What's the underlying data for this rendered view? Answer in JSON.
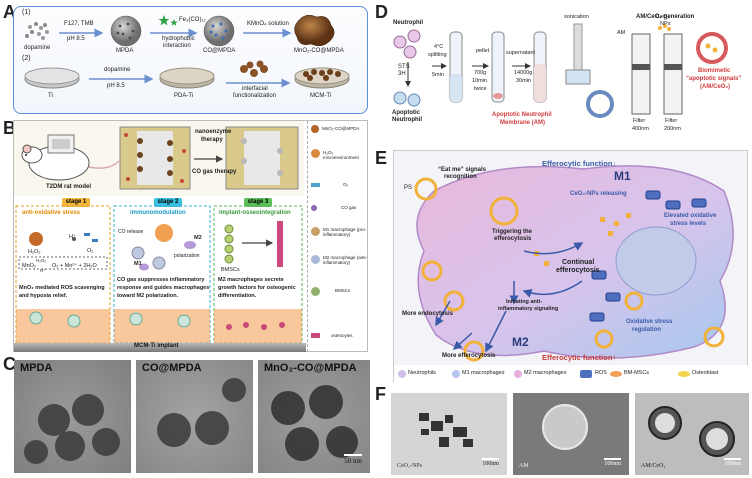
{
  "panels": {
    "A": "A",
    "B": "B",
    "C": "C",
    "D": "D",
    "E": "E",
    "F": "F"
  },
  "panelA": {
    "row1_label": "(1)",
    "row2_label": "(2)",
    "dopamine": "dopamine",
    "reagents1": "F127, TMB",
    "ph1": "pH 8.5",
    "mpda": "MPDA",
    "fe_label": "Fe₃(CO)₁₂",
    "hydrophobic": "hydrophobic",
    "interaction": "interaction",
    "co_mpda": "CO@MPDA",
    "kmno4": "KMnO₄ solution",
    "mno2_co_mpda": "MnO₂-CO@MPDA",
    "ti": "Ti",
    "dopamine2": "dopamine",
    "ph2": "pH 8.5",
    "pda_ti": "PDA-Ti",
    "interfacial": "interfacial",
    "functionalization": "functionalization",
    "mcm_ti": "MCM-Ti"
  },
  "panelB": {
    "rat_model": "T2DM rat model",
    "nanoenzyme": "nanoenzyme",
    "therapy": "therapy",
    "co_gas_therapy": "CO gas therapy",
    "stage1": "stage 1",
    "stage2": "stage 2",
    "stage3": "stage 3",
    "stage1_title": "anti-oxidative stress",
    "stage2_title": "immunomodulation",
    "stage3_title": "implant-osseointegration",
    "h2o2": "H₂O₂",
    "hplus": "H⁺",
    "o2": "O₂",
    "eq_left": "MnO₂",
    "eq_right": "O₂ + Mn²⁺ + 2H₂O",
    "eq_top": "H₂O₂",
    "eq_bottom": "H⁺",
    "stage1_text": [
      "MnO₂ mediated ROS scavenging",
      "and hypoxia relief."
    ],
    "co_release": "CO release",
    "m1": "M1",
    "m2": "M2",
    "polarization": "polarization",
    "bmscs": "BMSCs",
    "stage2_text": [
      "CO  gas  suppresses  inflammatory",
      "response  and  guides  macrophages",
      "toward M2 polarization."
    ],
    "stage3_text": [
      "M2  macrophages  secrete",
      "growth factors for osteogenic",
      "differentiation."
    ],
    "implant": "MCM-Ti implant",
    "legend": [
      "MnO₂-CO@MPDA",
      "H₂O₂ microenvironment",
      "O₂",
      "CO gas",
      "M1 macrophage (pro-inflammatory)",
      "M2 macrophage (anti-inflammatory)",
      "BMSCs",
      "osteocytes"
    ],
    "legend_colors": [
      "#b5652a",
      "#7a9cc6",
      "#4aa3c9",
      "#c76fb0",
      "#c9a06a",
      "#a8b8d8",
      "#8fb06a",
      "#c94a7a"
    ]
  },
  "panelC": {
    "img1": "MPDA",
    "img2": "CO@MPDA",
    "img3": "MnO₂-CO@MPDA",
    "scale": "50 nm"
  },
  "panelD": {
    "neutrophil": "Neutrophil",
    "ams_gen": "AM/CeO₂ generation",
    "sts": "STS",
    "sts_time": "3H",
    "temp": "4°C",
    "splitting": "splitting",
    "splitting_time": "5min",
    "pellet": "pellet",
    "g700": "700g",
    "t10": "10min",
    "twice": "twice",
    "supernatant": "supernatant",
    "g14000": "14000g",
    "t30": "30min",
    "sonication": "sonication",
    "apop_neutrophil_1": "Apoptotic",
    "apop_neutrophil_2": "Neutrophil",
    "apop_membrane_1": "Apoptotic Neutrophil",
    "apop_membrane_2": "Membrane (AM)",
    "am": "AM",
    "ceo2": "CeO₂",
    "nps": "NPs",
    "filter400": "Filter",
    "f400": "400nm",
    "filter200": "Filter",
    "f200": "200nm",
    "biomimetic": "Biomimetic",
    "apop_signals": "“apoptotic signals”",
    "amceo2": "(AM/CeO₂)"
  },
  "panelE": {
    "title": "Efferocytic function↓",
    "bottom_title": "Efferocytic function↑",
    "eat_me": "“Eat me” signals",
    "recognition": "recognition",
    "ps": "PS",
    "triggering": "Triggering the",
    "efferocytosis": "efferocytosis",
    "ceo2_release": "CeO₂-NPs releasing",
    "m1": "M1",
    "m2": "M2",
    "elevated": "Elevated oxidative",
    "stress_levels": "stress levels",
    "continual": "Continual",
    "continual2": "efferocytosis",
    "initiating": "Initiating anti-",
    "inflammatory": "inflammatory signaling",
    "more_endocytosis": "More endocytosis",
    "more_efferocytosis": "More efferocytosis",
    "oxidative": "Oxidative stress",
    "regulation": "regulation",
    "ros": "ROS",
    "legend": [
      "Neutrophils",
      "M1 macrophages",
      "M2 macrophages",
      "ROS",
      "BM-MSCs",
      "Osteoblast"
    ]
  },
  "panelF": {
    "img1": "CeO₂-NPs",
    "img2": "AM",
    "img3": "AM/CeO₂",
    "scale": "100nm"
  }
}
